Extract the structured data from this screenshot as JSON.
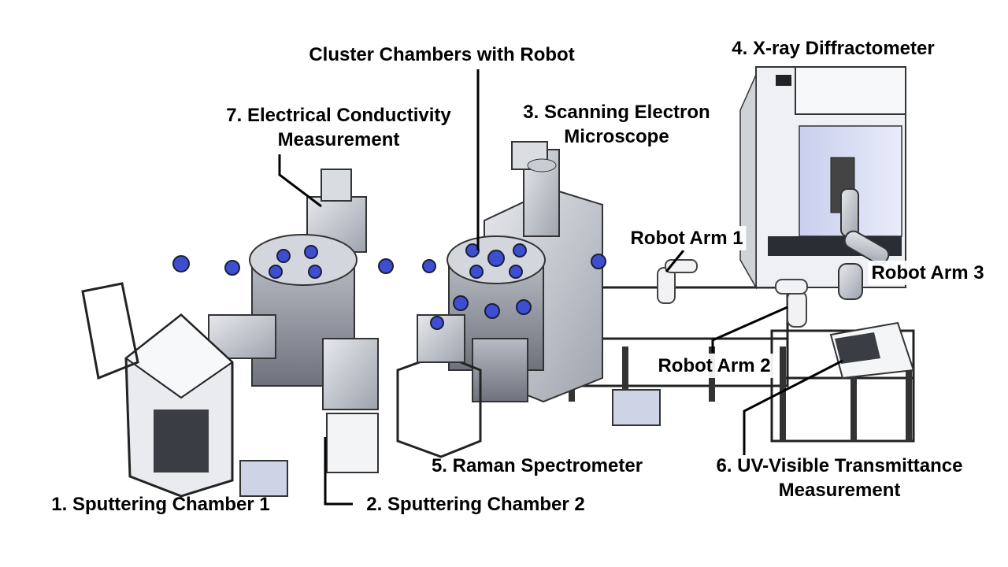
{
  "labels": {
    "cluster": "Cluster Chambers with Robot",
    "xrd": "4. X-ray Diffractometer",
    "elec_line1": "7. Electrical Conductivity",
    "elec_line2": "Measurement",
    "sem_line1": "3. Scanning Electron",
    "sem_line2": "Microscope",
    "robot1": "Robot Arm 1",
    "robot3": "Robot Arm 3",
    "robot2": "Robot Arm 2",
    "raman": "5. Raman Spectrometer",
    "uv_line1": "6. UV-Visible Transmittance",
    "uv_line2": "Measurement",
    "sput1": "1. Sputtering Chamber 1",
    "sput2": "2. Sputtering Chamber 2"
  },
  "colors": {
    "text": "#000000",
    "equipment_gray": "#c9ccd3",
    "viewport_blue": "#3d4fd0",
    "xrd_panel": "#d7dcf2"
  }
}
